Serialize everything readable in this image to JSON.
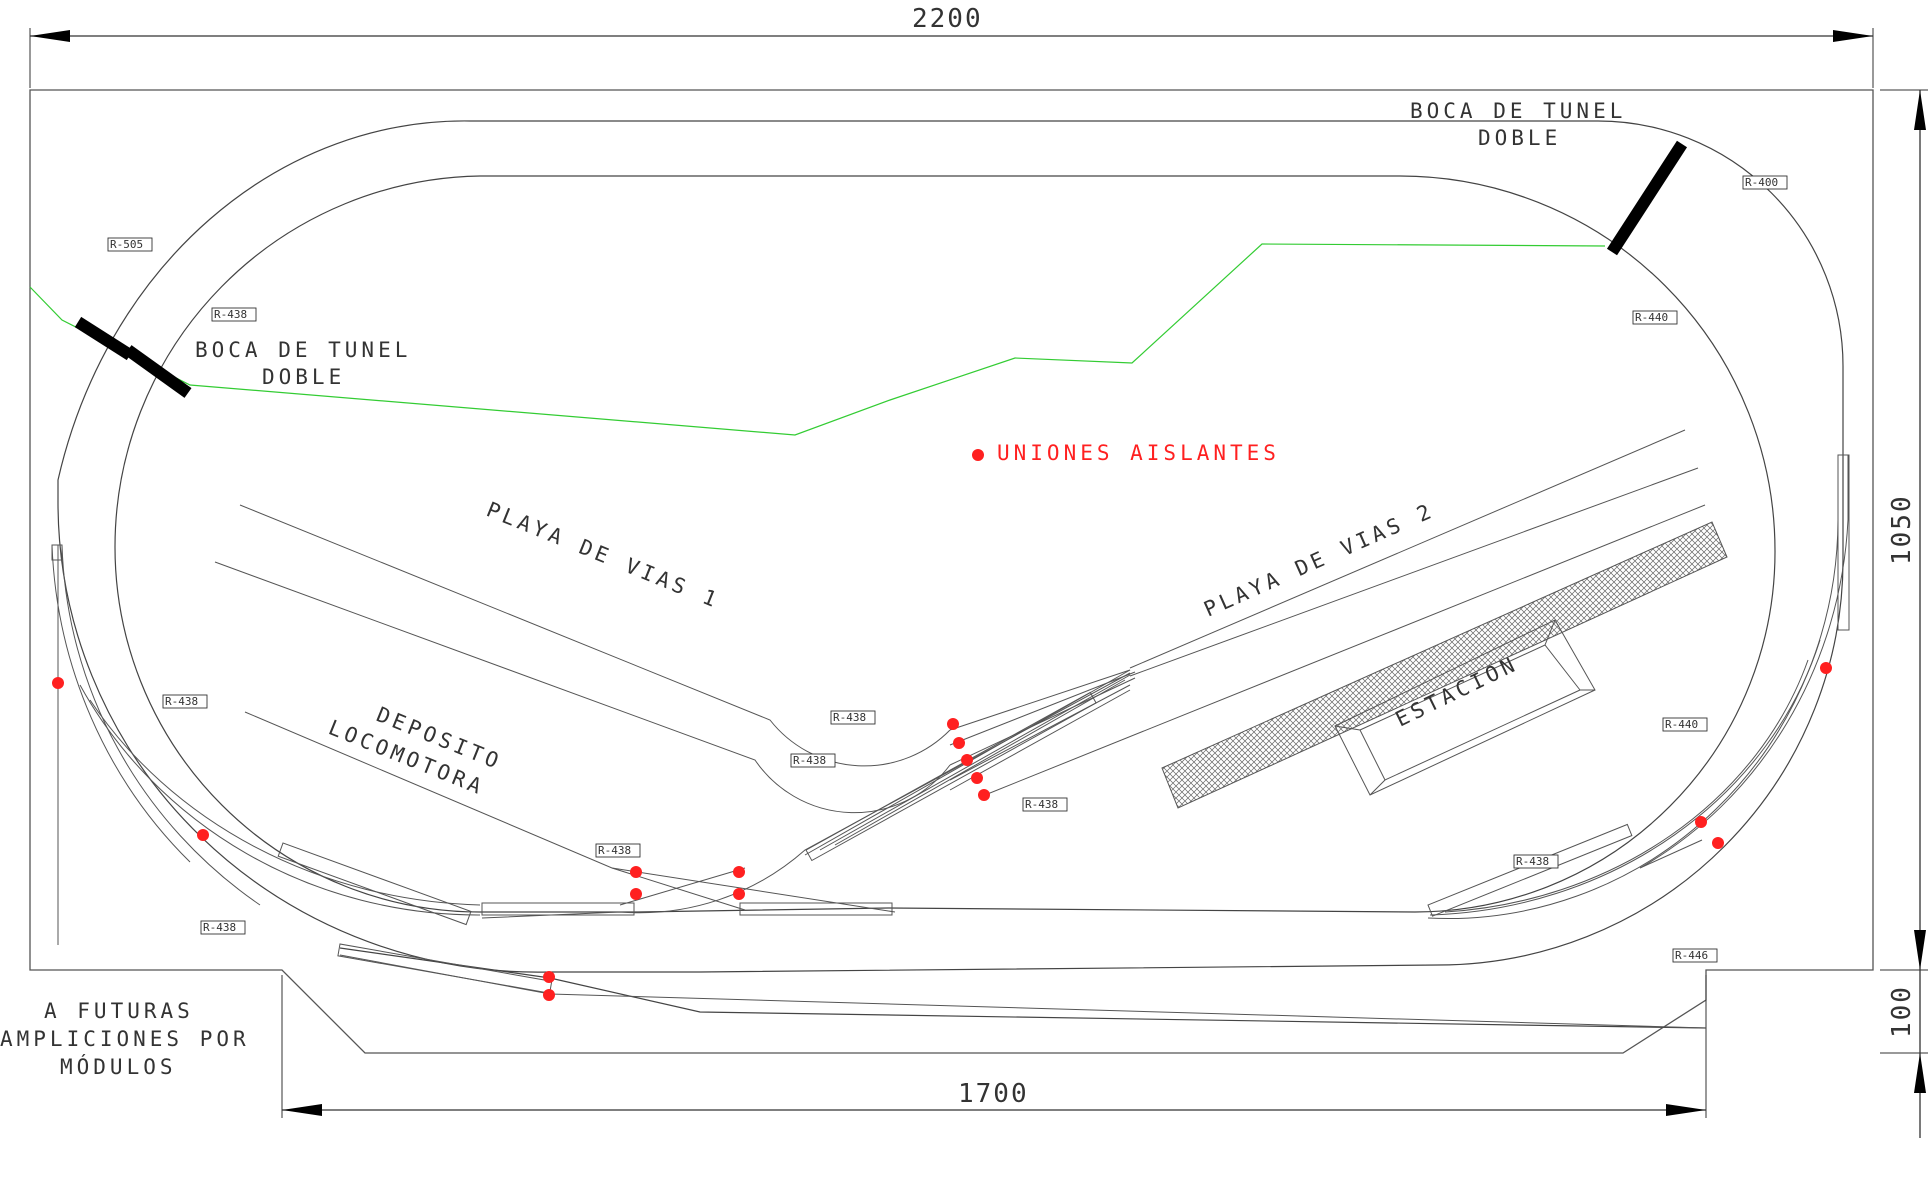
{
  "dimensions": {
    "width_top": "2200",
    "width_bottom": "1700",
    "height_right": "1050",
    "height_extension": "100"
  },
  "labels": {
    "tunnel_right_line1": "BOCA DE TUNEL",
    "tunnel_right_line2": "DOBLE",
    "tunnel_left_line1": "BOCA DE TUNEL",
    "tunnel_left_line2": "DOBLE",
    "legend_insulated": "UNIONES AISLANTES",
    "yard1": "PLAYA DE VIAS 1",
    "yard2": "PLAYA DE VIAS 2",
    "depot_line1": "DEPOSITO",
    "depot_line2": "LOCOMOTORA",
    "station": "ESTACION",
    "future_line1": "A FUTURAS",
    "future_line2": "AMPLICIONES POR",
    "future_line3": "MÓDULOS"
  },
  "radius_tags": [
    "R-505",
    "R-438",
    "R-400",
    "R-440",
    "R-438",
    "R-438",
    "R-438",
    "R-438",
    "R-438",
    "R-438",
    "R-440",
    "R-438",
    "R-446"
  ],
  "colors": {
    "line": "#444444",
    "terrain": "#33cc33",
    "insulated_joint": "#ff2020",
    "tunnel": "#000000"
  }
}
